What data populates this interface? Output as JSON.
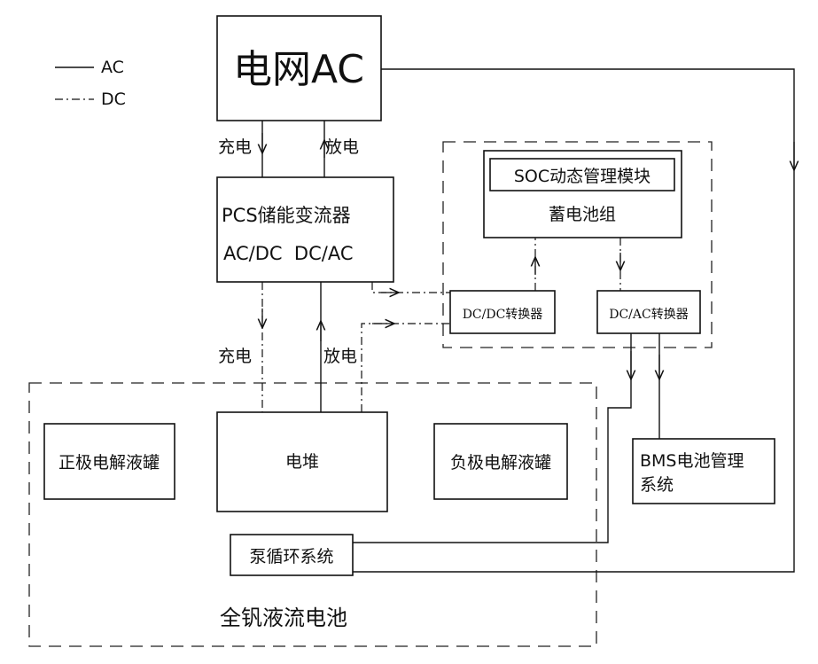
{
  "legend": {
    "ac_label": "AC",
    "dc_label": "DC"
  },
  "nodes": {
    "grid": "电网AC",
    "pcs_title": "PCS储能变流器",
    "pcs_modes": "AC/DC  DC/AC",
    "soc": "SOC动态管理模块",
    "battery": "蓄电池组",
    "dcdc": "DC/DC转换器",
    "dcac": "DC/AC转换器",
    "pos_tank": "正极电解液罐",
    "stack": "电堆",
    "neg_tank": "负极电解液罐",
    "bms_line1": "BMS电池管理",
    "bms_line2": "系统",
    "pump": "泵循环系统"
  },
  "edge_labels": {
    "charge_top": "充电",
    "discharge_top": "放电",
    "charge_bottom": "充电",
    "discharge_bottom": "放电"
  },
  "groups": {
    "flow_battery": "全钒液流电池"
  }
}
